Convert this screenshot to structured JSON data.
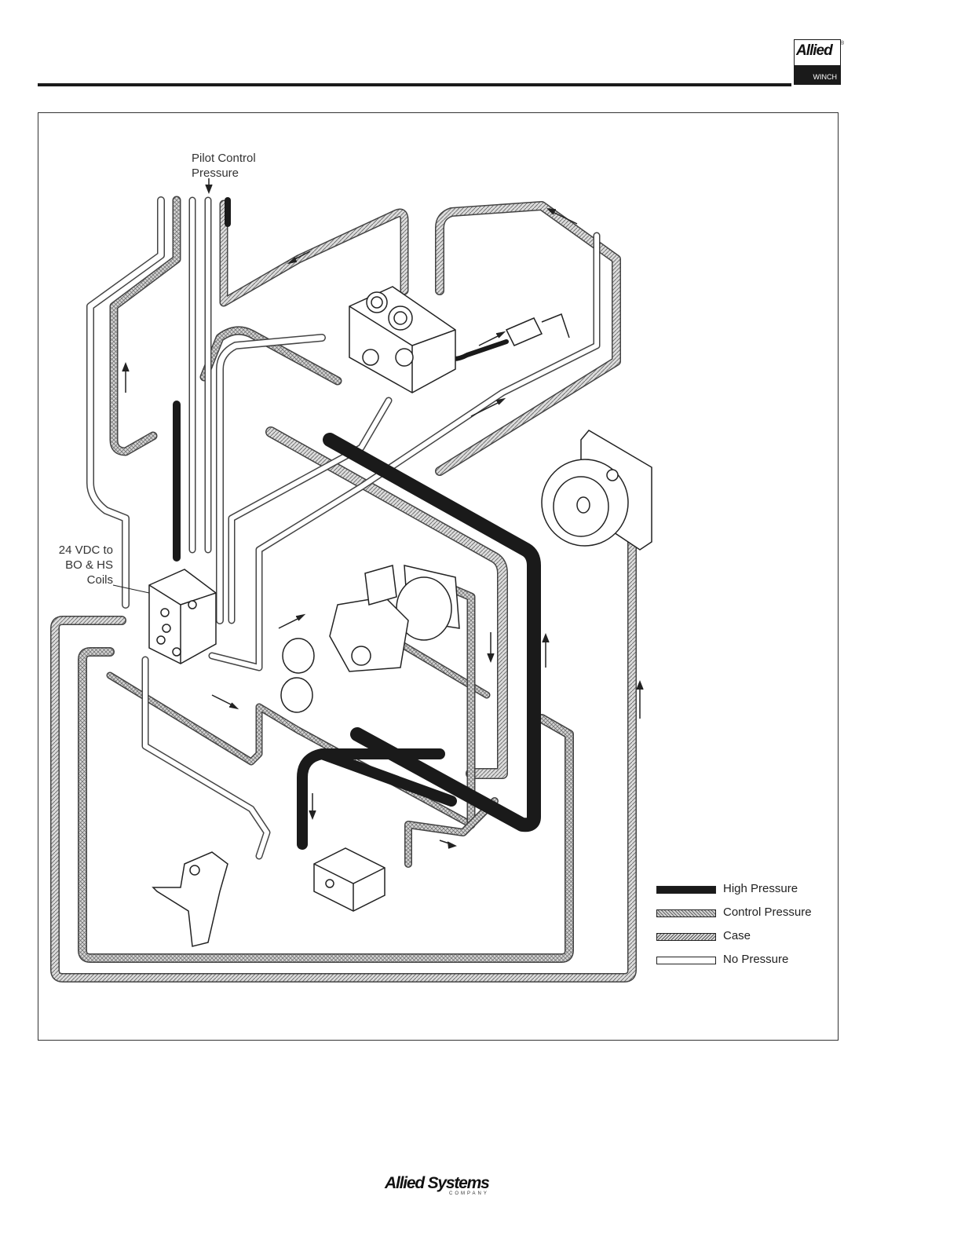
{
  "brand": {
    "logo_top": "Allied",
    "logo_bottom": "WINCH",
    "registered": "®"
  },
  "labels": {
    "pilot_control_line1": "Pilot Control",
    "pilot_control_line2": "Pressure",
    "coils_line1": "24 VDC to",
    "coils_line2": "BO & HS",
    "coils_line3": "Coils"
  },
  "legend": [
    {
      "label": "High Pressure",
      "style": "solid-dark",
      "color": "#1a1a1a"
    },
    {
      "label": "Control Pressure",
      "style": "crosshatch",
      "color": "#888888"
    },
    {
      "label": "Case",
      "style": "diagonal-hatch",
      "color": "#888888"
    },
    {
      "label": "No Pressure",
      "style": "outline",
      "color": "#ffffff"
    }
  ],
  "footer": {
    "company": "Allied Systems",
    "subtitle": "COMPANY"
  }
}
